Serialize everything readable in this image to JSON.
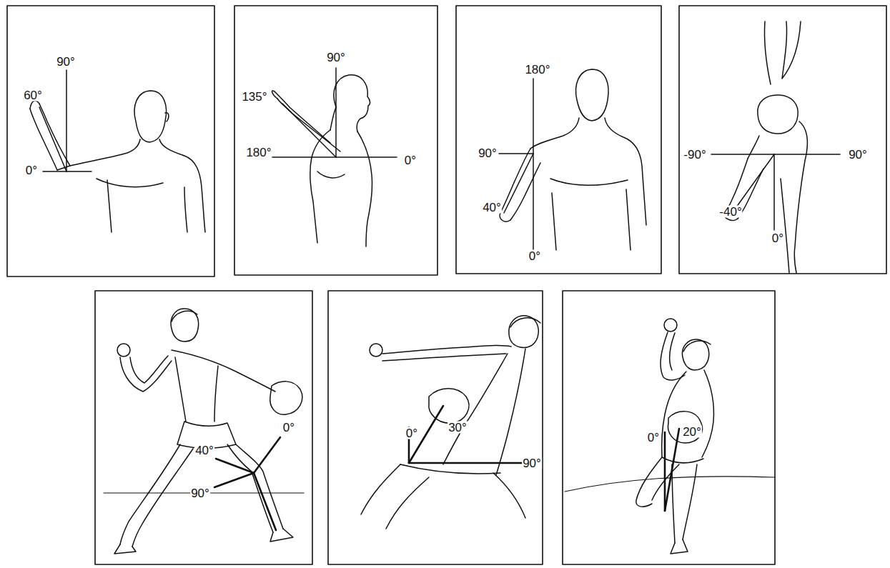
{
  "diagram": {
    "labels": [
      "90°",
      "60°",
      "0°",
      "90°",
      "135°",
      "180°",
      "0°",
      "180°",
      "90°",
      "40°",
      "0°",
      "-90°",
      "90°",
      "-40°",
      "0°",
      "0°",
      "40°",
      "90°",
      "0°",
      "30°",
      "90°",
      "0°",
      "20°"
    ]
  }
}
